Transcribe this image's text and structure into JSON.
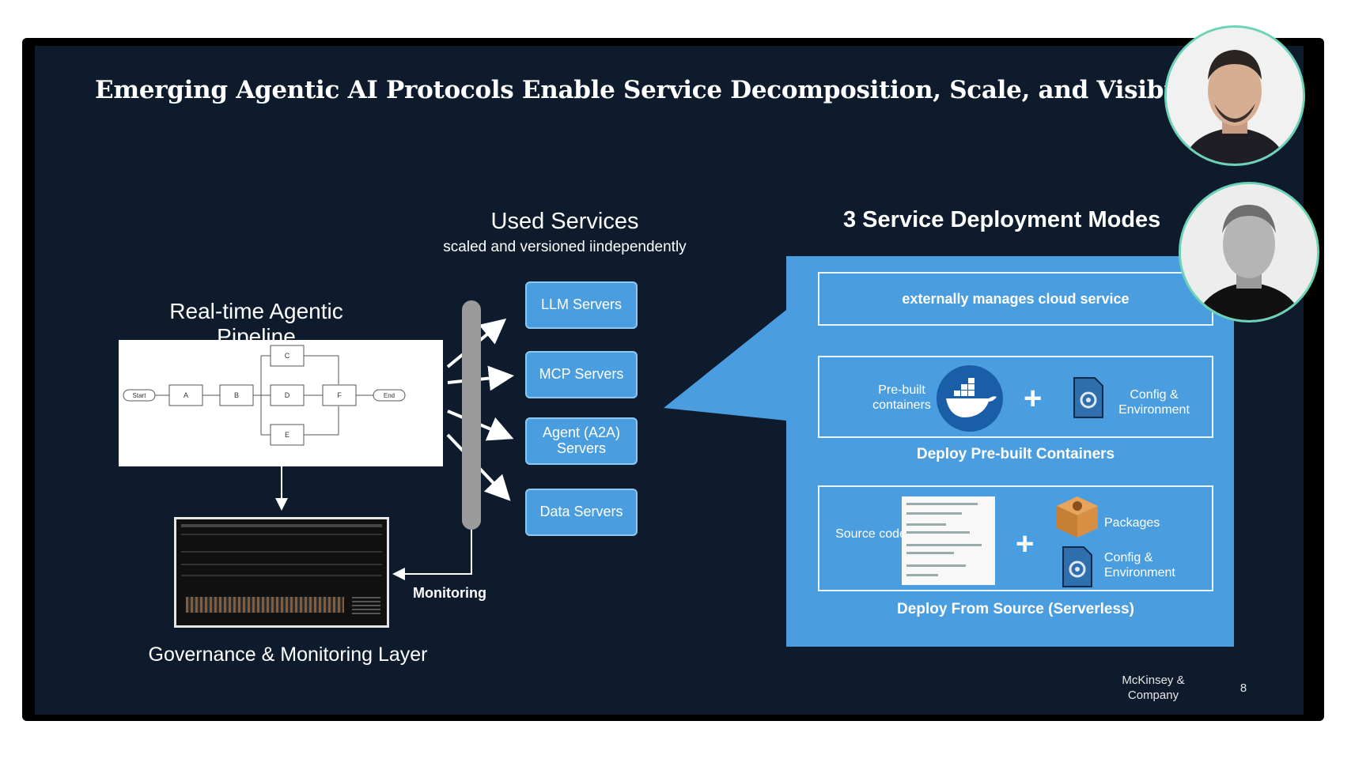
{
  "slide": {
    "title": "Emerging Agentic AI Protocols Enable Service Decomposition, Scale, and Visibility",
    "pipeline": {
      "label": "Real-time Agentic Pipeline",
      "nodes": {
        "start": "Start",
        "a": "A",
        "b": "B",
        "c": "C",
        "d": "D",
        "e": "E",
        "f": "F",
        "end": "End"
      }
    },
    "governance_label": "Governance & Monitoring Layer",
    "monitoring_label": "Monitoring",
    "used_services": {
      "title": "Used Services",
      "subtitle": "scaled and versioned iindependently",
      "items": [
        "LLM Servers",
        "MCP Servers",
        "Agent (A2A) Servers",
        "Data Servers"
      ]
    },
    "deployment": {
      "title": "3 Service Deployment Modes",
      "mode1": "externally manages cloud service",
      "mode2": {
        "left": "Pre-built containers",
        "right": "Config & Environment",
        "caption": "Deploy Pre-built Containers"
      },
      "mode3": {
        "left": "Source code",
        "packages": "Packages",
        "config": "Config & Environment",
        "caption": "Deploy From Source (Serverless)"
      }
    },
    "footer": {
      "company": "McKinsey & Company",
      "page": "8"
    }
  },
  "colors": {
    "slide_bg": "#0d1b2c",
    "panel_blue": "#4a9ee0",
    "avatar_ring": "#6cd3b8"
  },
  "icons": [
    "docker-whale-icon",
    "config-document-gear-icon",
    "package-box-icon",
    "code-document-thumbnail",
    "participant-avatar"
  ]
}
